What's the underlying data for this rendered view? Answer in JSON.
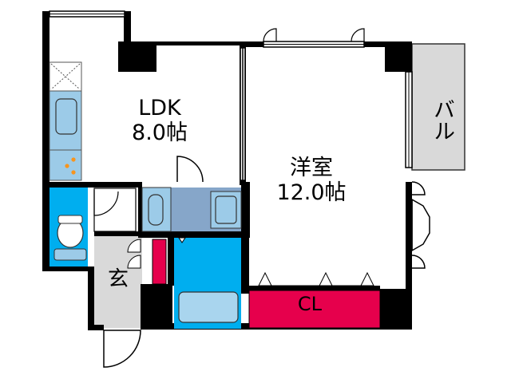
{
  "rooms": {
    "ldk": {
      "name": "LDK",
      "size": "8.0帖"
    },
    "western": {
      "name": "洋室",
      "size": "12.0帖"
    },
    "entrance": {
      "name": "玄"
    },
    "closet": {
      "name": "CL"
    },
    "balcony": {
      "name": "バル"
    }
  },
  "colors": {
    "wall": "#000000",
    "fixture_blue": "#00aeef",
    "fixture_lightblue": "#9ccbe8",
    "bath_fill": "#a9d5ee",
    "bath_steel": "#86a6c9",
    "closet_red": "#e6004c",
    "entrance_gray": "#d9d9d9",
    "balcony_gray": "#d9d9d9",
    "stove_dot": "#f7941d"
  }
}
